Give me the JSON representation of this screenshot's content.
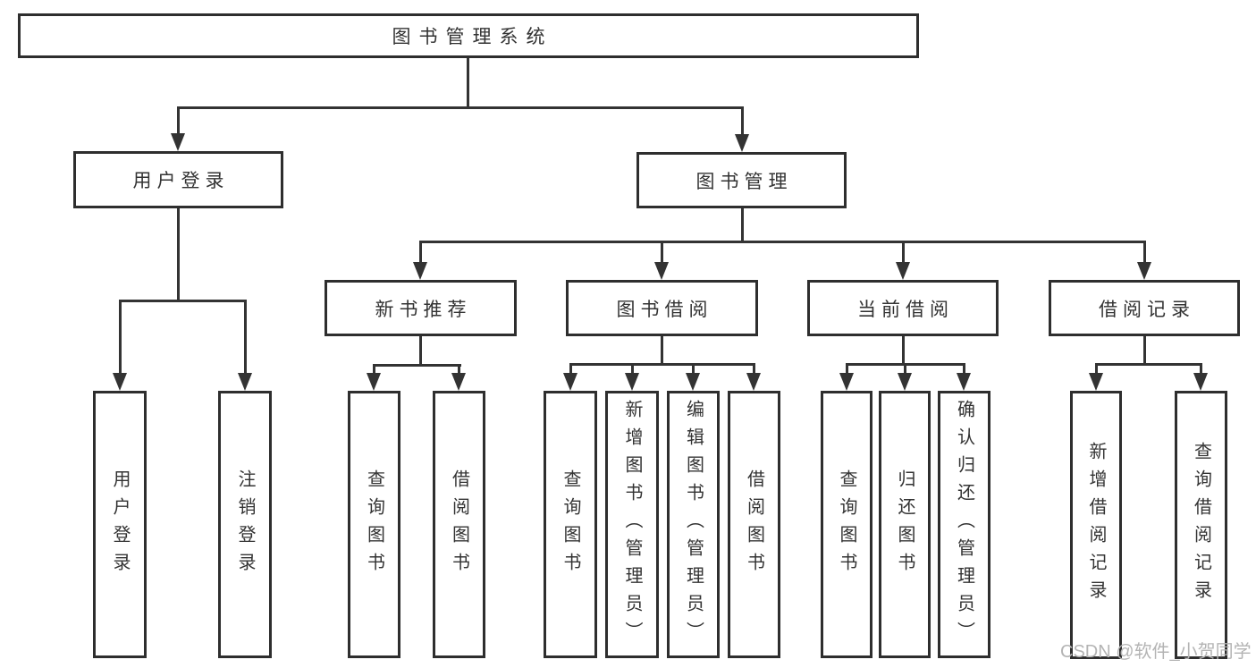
{
  "diagram": {
    "title": "图书管理系统",
    "root": "图书管理系统",
    "branches": [
      {
        "label": "用户登录",
        "children": [
          "用户登录",
          "注销登录"
        ]
      },
      {
        "label": "图书管理",
        "groups": [
          {
            "label": "新书推荐",
            "children": [
              "查询图书",
              "借阅图书"
            ]
          },
          {
            "label": "图书借阅",
            "children": [
              "查询图书",
              "新增图书（管理员）",
              "编辑图书（管理员）",
              "借阅图书"
            ]
          },
          {
            "label": "当前借阅",
            "children": [
              "查询图书",
              "归还图书",
              "确认归还（管理员）"
            ]
          },
          {
            "label": "借阅记录",
            "children": [
              "新增借阅记录",
              "查询借阅记录"
            ]
          }
        ]
      }
    ]
  },
  "watermark": "CSDN @软件_小贺同学",
  "colors": {
    "line": "#333333",
    "box_border": "#2e2e2e",
    "text": "#333333",
    "watermark": "#b4b4b4",
    "background": "#ffffff"
  }
}
